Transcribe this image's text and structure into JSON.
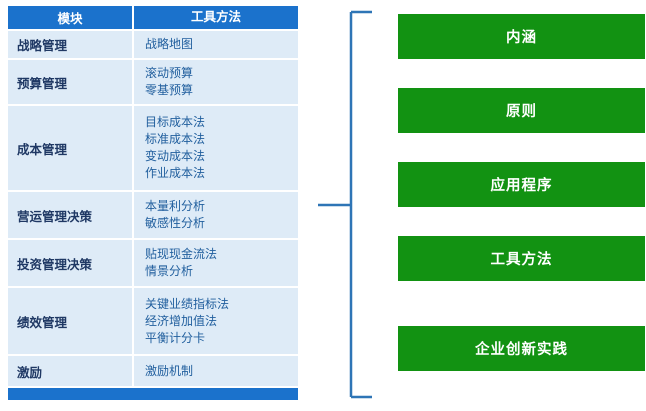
{
  "table": {
    "headers": [
      "模块",
      "工具方法"
    ],
    "rows": [
      {
        "module": "战略管理",
        "tools": [
          "战略地图"
        ]
      },
      {
        "module": "预算管理",
        "tools": [
          "滚动预算",
          "零基预算"
        ]
      },
      {
        "module": "成本管理",
        "tools": [
          "目标成本法",
          "标准成本法",
          "变动成本法",
          "作业成本法"
        ]
      },
      {
        "module": "营运管理决策",
        "tools": [
          "本量利分析",
          "敏感性分析"
        ]
      },
      {
        "module": "投资管理决策",
        "tools": [
          "贴现现金流法",
          "情景分析"
        ]
      },
      {
        "module": "绩效管理",
        "tools": [
          "关键业绩指标法",
          "经济增加值法",
          "平衡计分卡"
        ]
      },
      {
        "module": "激励",
        "tools": [
          "激励机制"
        ]
      }
    ]
  },
  "boxes": [
    "内涵",
    "原则",
    "应用程序",
    "工具方法",
    "企业创新实践"
  ],
  "colors": {
    "header_blue": "#1b72cc",
    "row_blue": "#deebf7",
    "module_navy": "#1f3864",
    "tool_blue": "#215f9e",
    "green": "#129212",
    "bracket_blue": "#2e75b6"
  }
}
